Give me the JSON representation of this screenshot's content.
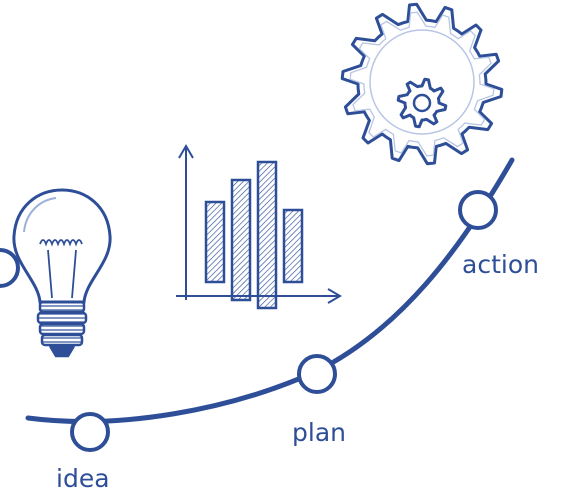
{
  "milestones": [
    {
      "id": "idea",
      "label": "idea"
    },
    {
      "id": "plan",
      "label": "plan"
    },
    {
      "id": "action",
      "label": "action"
    }
  ],
  "icons": [
    "lightbulb-icon",
    "bar-chart-icon",
    "gear-icon",
    "small-gear-icon"
  ],
  "colors": {
    "primary": "#2e4f98",
    "light": "#dbe3f2",
    "background": "#ffffff"
  }
}
